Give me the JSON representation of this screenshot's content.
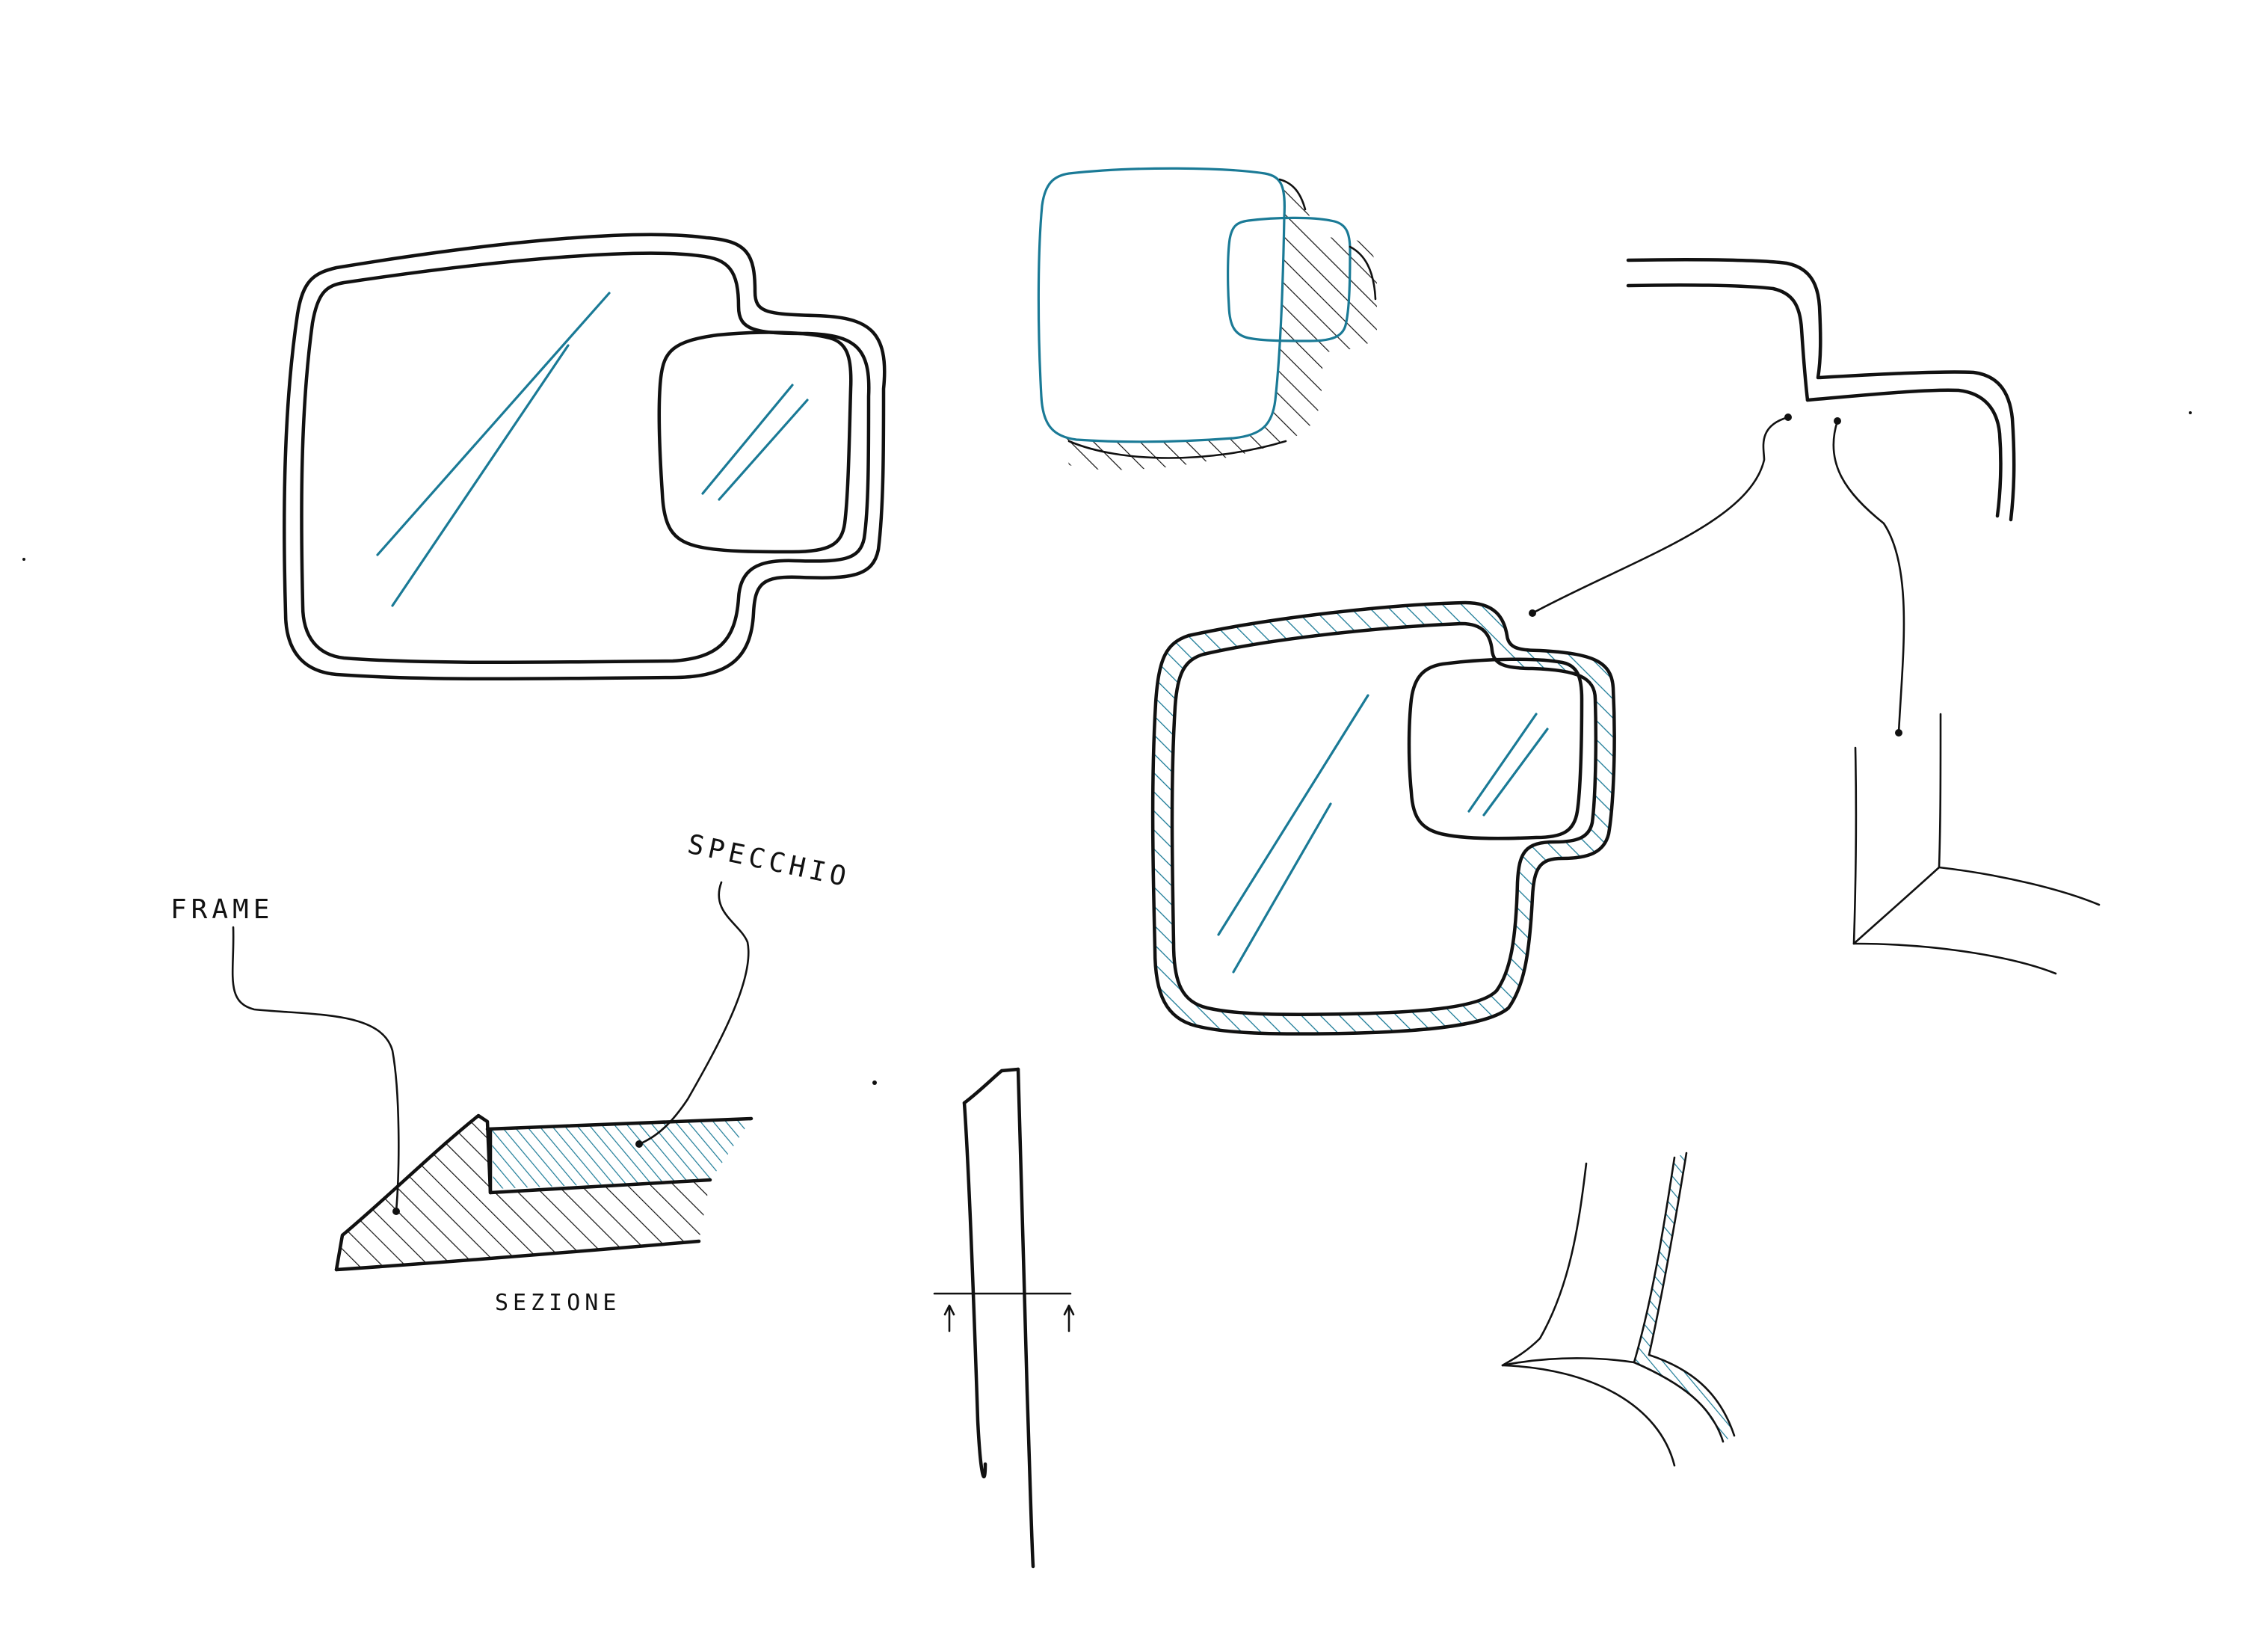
{
  "sketch": {
    "labels": {
      "frame": "FRAME",
      "mirror": "SPECCHIO",
      "section": "SEZIONE"
    },
    "colors": {
      "ink": "#111111",
      "accent": "#1a7a96",
      "paper": "#ffffff"
    }
  }
}
